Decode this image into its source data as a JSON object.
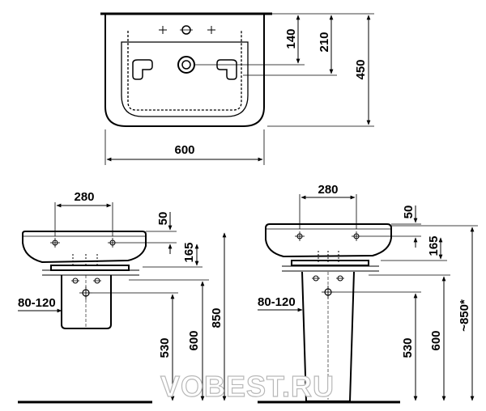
{
  "top_view": {
    "width_label": "600",
    "depth_label": "450",
    "tap_offset_label": "140",
    "drain_offset_label": "210"
  },
  "front_view": {
    "holes_label": "280",
    "rim_offset_label": "50",
    "holes_height_label": "165",
    "pipe_range_label": "80-120",
    "pipe_height_label": "530",
    "half_pedestal_label": "600",
    "total_height_label": "850"
  },
  "side_view": {
    "holes_label": "280",
    "rim_offset_label": "50",
    "holes_height_label": "165",
    "pipe_range_label": "80-120",
    "pipe_height_label": "530",
    "pedestal_label": "600",
    "total_height_label": "~850*"
  },
  "watermark": "VOBEST.RU",
  "colors": {
    "line": "#000000",
    "watermark_outline": "#b8b8b8"
  }
}
